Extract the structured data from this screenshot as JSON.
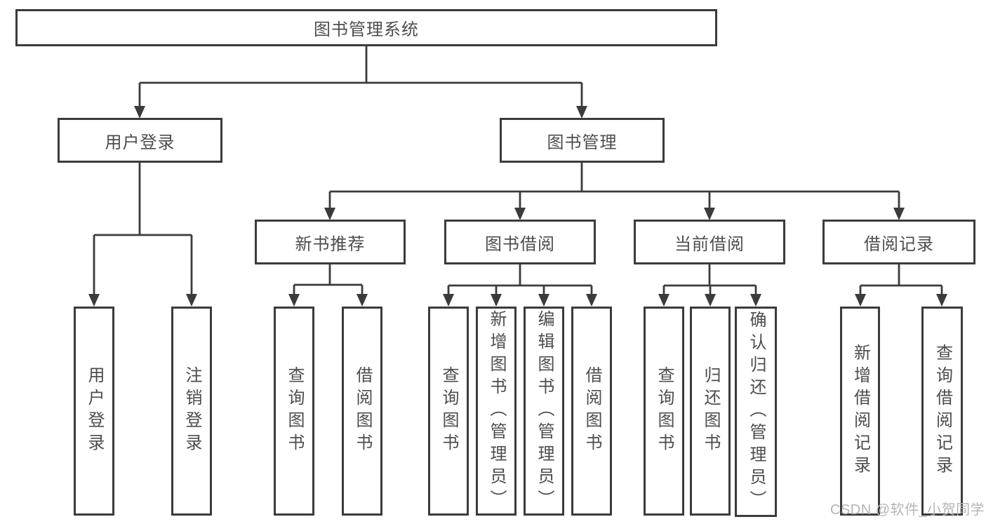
{
  "diagram": {
    "title": "图书管理系统",
    "nodes": {
      "root": "图书管理系统",
      "user_login": "用户登录",
      "book_mgmt": "图书管理",
      "new_books": "新书推荐",
      "book_borrow": "图书借阅",
      "current_borrow": "当前借阅",
      "borrow_records": "借阅记录",
      "ul_leaves": [
        "用户登录",
        "注销登录"
      ],
      "nb_leaves": [
        "查询图书",
        "借阅图书"
      ],
      "bb_leaves": [
        "查询图书",
        "新增图书（管理员）",
        "编辑图书（管理员）",
        "借阅图书"
      ],
      "cb_leaves": [
        "查询图书",
        "归还图书",
        "确认归还（管理员）"
      ],
      "br_leaves": [
        "新增借阅记录",
        "查询借阅记录"
      ]
    }
  },
  "watermark": {
    "text": "CSDN @软件_小贺同学"
  },
  "colors": {
    "line": "#3b3b3b",
    "box_border": "#3b3b3b",
    "text": "#4d4d4d",
    "watermark": "#b5b5b5",
    "background": "#ffffff"
  }
}
